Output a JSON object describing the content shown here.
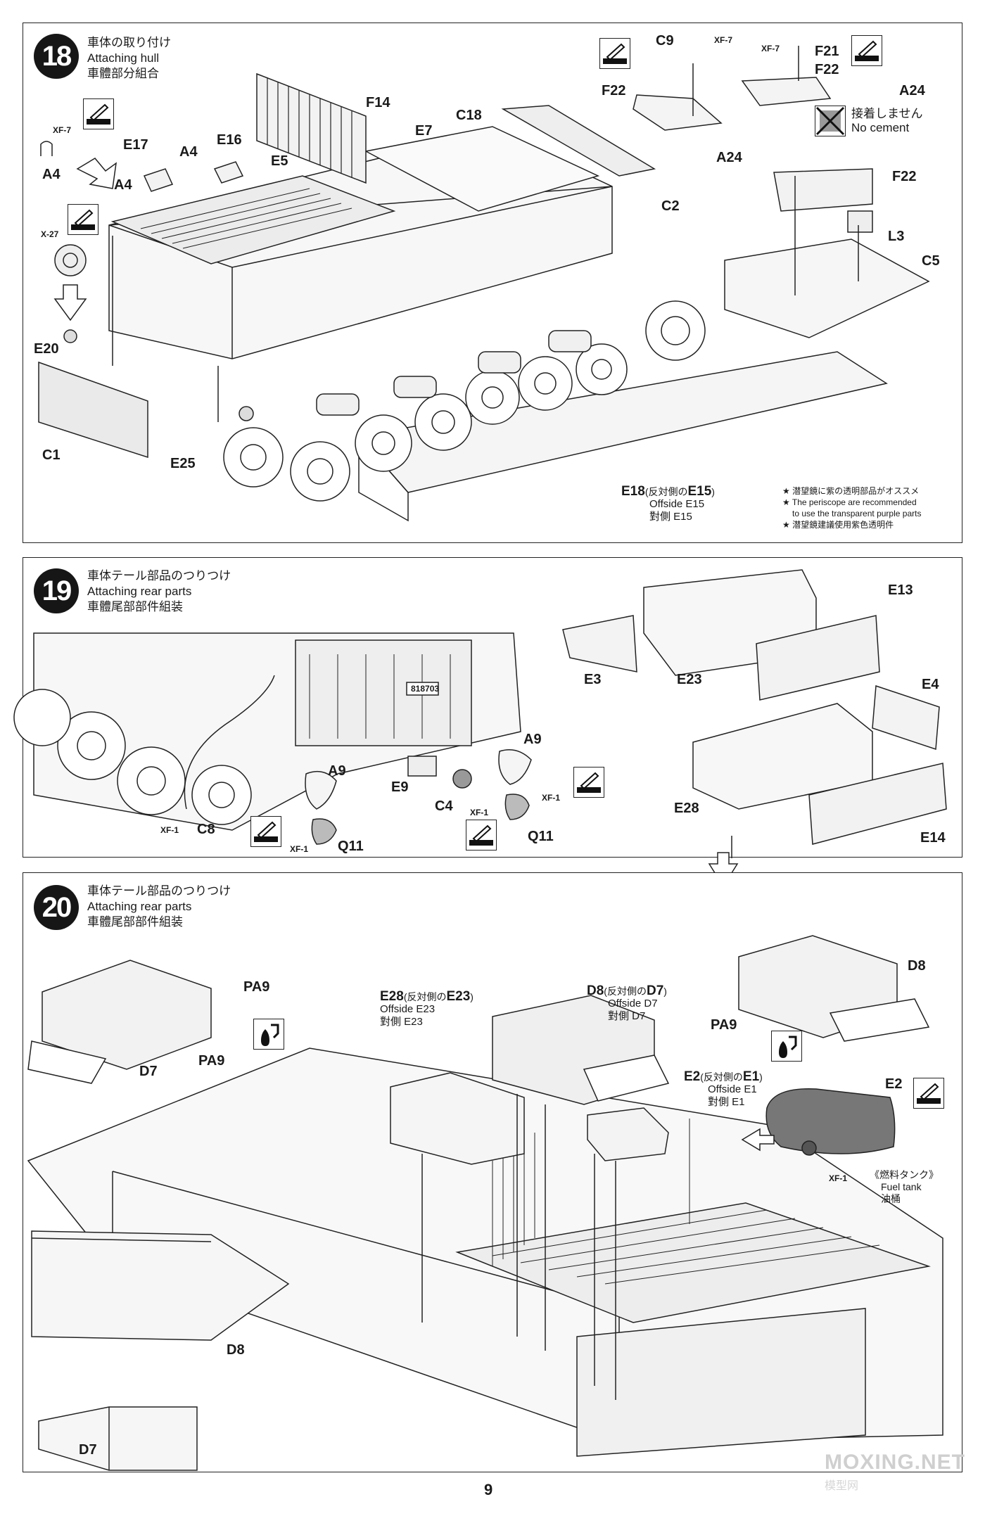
{
  "steps": [
    {
      "number": "18",
      "title_ja": "車体の取り付け",
      "title_en": "Attaching hull",
      "title_zh": "車體部分組合",
      "labels": [
        "XF-7",
        "A4",
        "E17",
        "A4",
        "E16",
        "A4",
        "E5",
        "F14",
        "E7",
        "C18",
        "C9",
        "XF-7",
        "F22",
        "XF-7",
        "F21",
        "F22",
        "A24",
        "A24",
        "F22",
        "C2",
        "X-27",
        "L3",
        "C5",
        "E20",
        "C1",
        "E25",
        "E18"
      ],
      "no_cement_ja": "接着しません",
      "no_cement_en": "No cement",
      "e18_note_ja": "(反対側の",
      "e18_note_part": "E15",
      "e18_note_close": ")",
      "e18_offside_en": "Offside E15",
      "e18_offside_zh": "對側 E15",
      "periscope_ja": "★ 潜望鏡に紫の透明部品がオススメ",
      "periscope_en_1": "★ The periscope are recommended",
      "periscope_en_2": "to use the transparent purple parts",
      "periscope_zh": "★ 潜望鏡建議使用紫色透明件"
    },
    {
      "number": "19",
      "title_ja": "車体テール部品のつりつけ",
      "title_en": "Attaching rear parts",
      "title_zh": "車體尾部部件組装",
      "labels": [
        "E13",
        "E3",
        "E23",
        "E4",
        "A9",
        "A9",
        "E9",
        "C4",
        "XF-1",
        "XF-1",
        "E28",
        "C8",
        "XF-1",
        "XF-1",
        "Q11",
        "Q11",
        "E14"
      ],
      "plate_text": "818703"
    },
    {
      "number": "20",
      "title_ja": "車体テール部品のつりつけ",
      "title_en": "Attaching rear parts",
      "title_zh": "車體尾部部件組装",
      "labels": [
        "D8",
        "PA9",
        "PA9",
        "PA9",
        "D7",
        "E2",
        "XF-1",
        "D8",
        "D7"
      ],
      "e28_part": "E28",
      "e28_paren": "(反対側の",
      "e28_part2": "E23",
      "e28_close": ")",
      "e28_offside_en": "Offside E23",
      "e28_offside_zh": "對側 E23",
      "d8_part": "D8",
      "d8_paren": "(反対側の",
      "d8_part2": "D7",
      "d8_close": ")",
      "d8_offside_en": "Offside D7",
      "d8_offside_zh": "對側 D7",
      "e2_part": "E2",
      "e2_paren": "(反対側の",
      "e2_part2": "E1",
      "e2_close": ")",
      "e2_offside_en": "Offside E1",
      "e2_offside_zh": "對側 E1",
      "fuel_ja": "《燃料タンク》",
      "fuel_en": "Fuel tank",
      "fuel_zh": "油桶"
    }
  ],
  "page_number": "9",
  "watermark": "MOXING.NET",
  "watermark_sub": "模型网"
}
